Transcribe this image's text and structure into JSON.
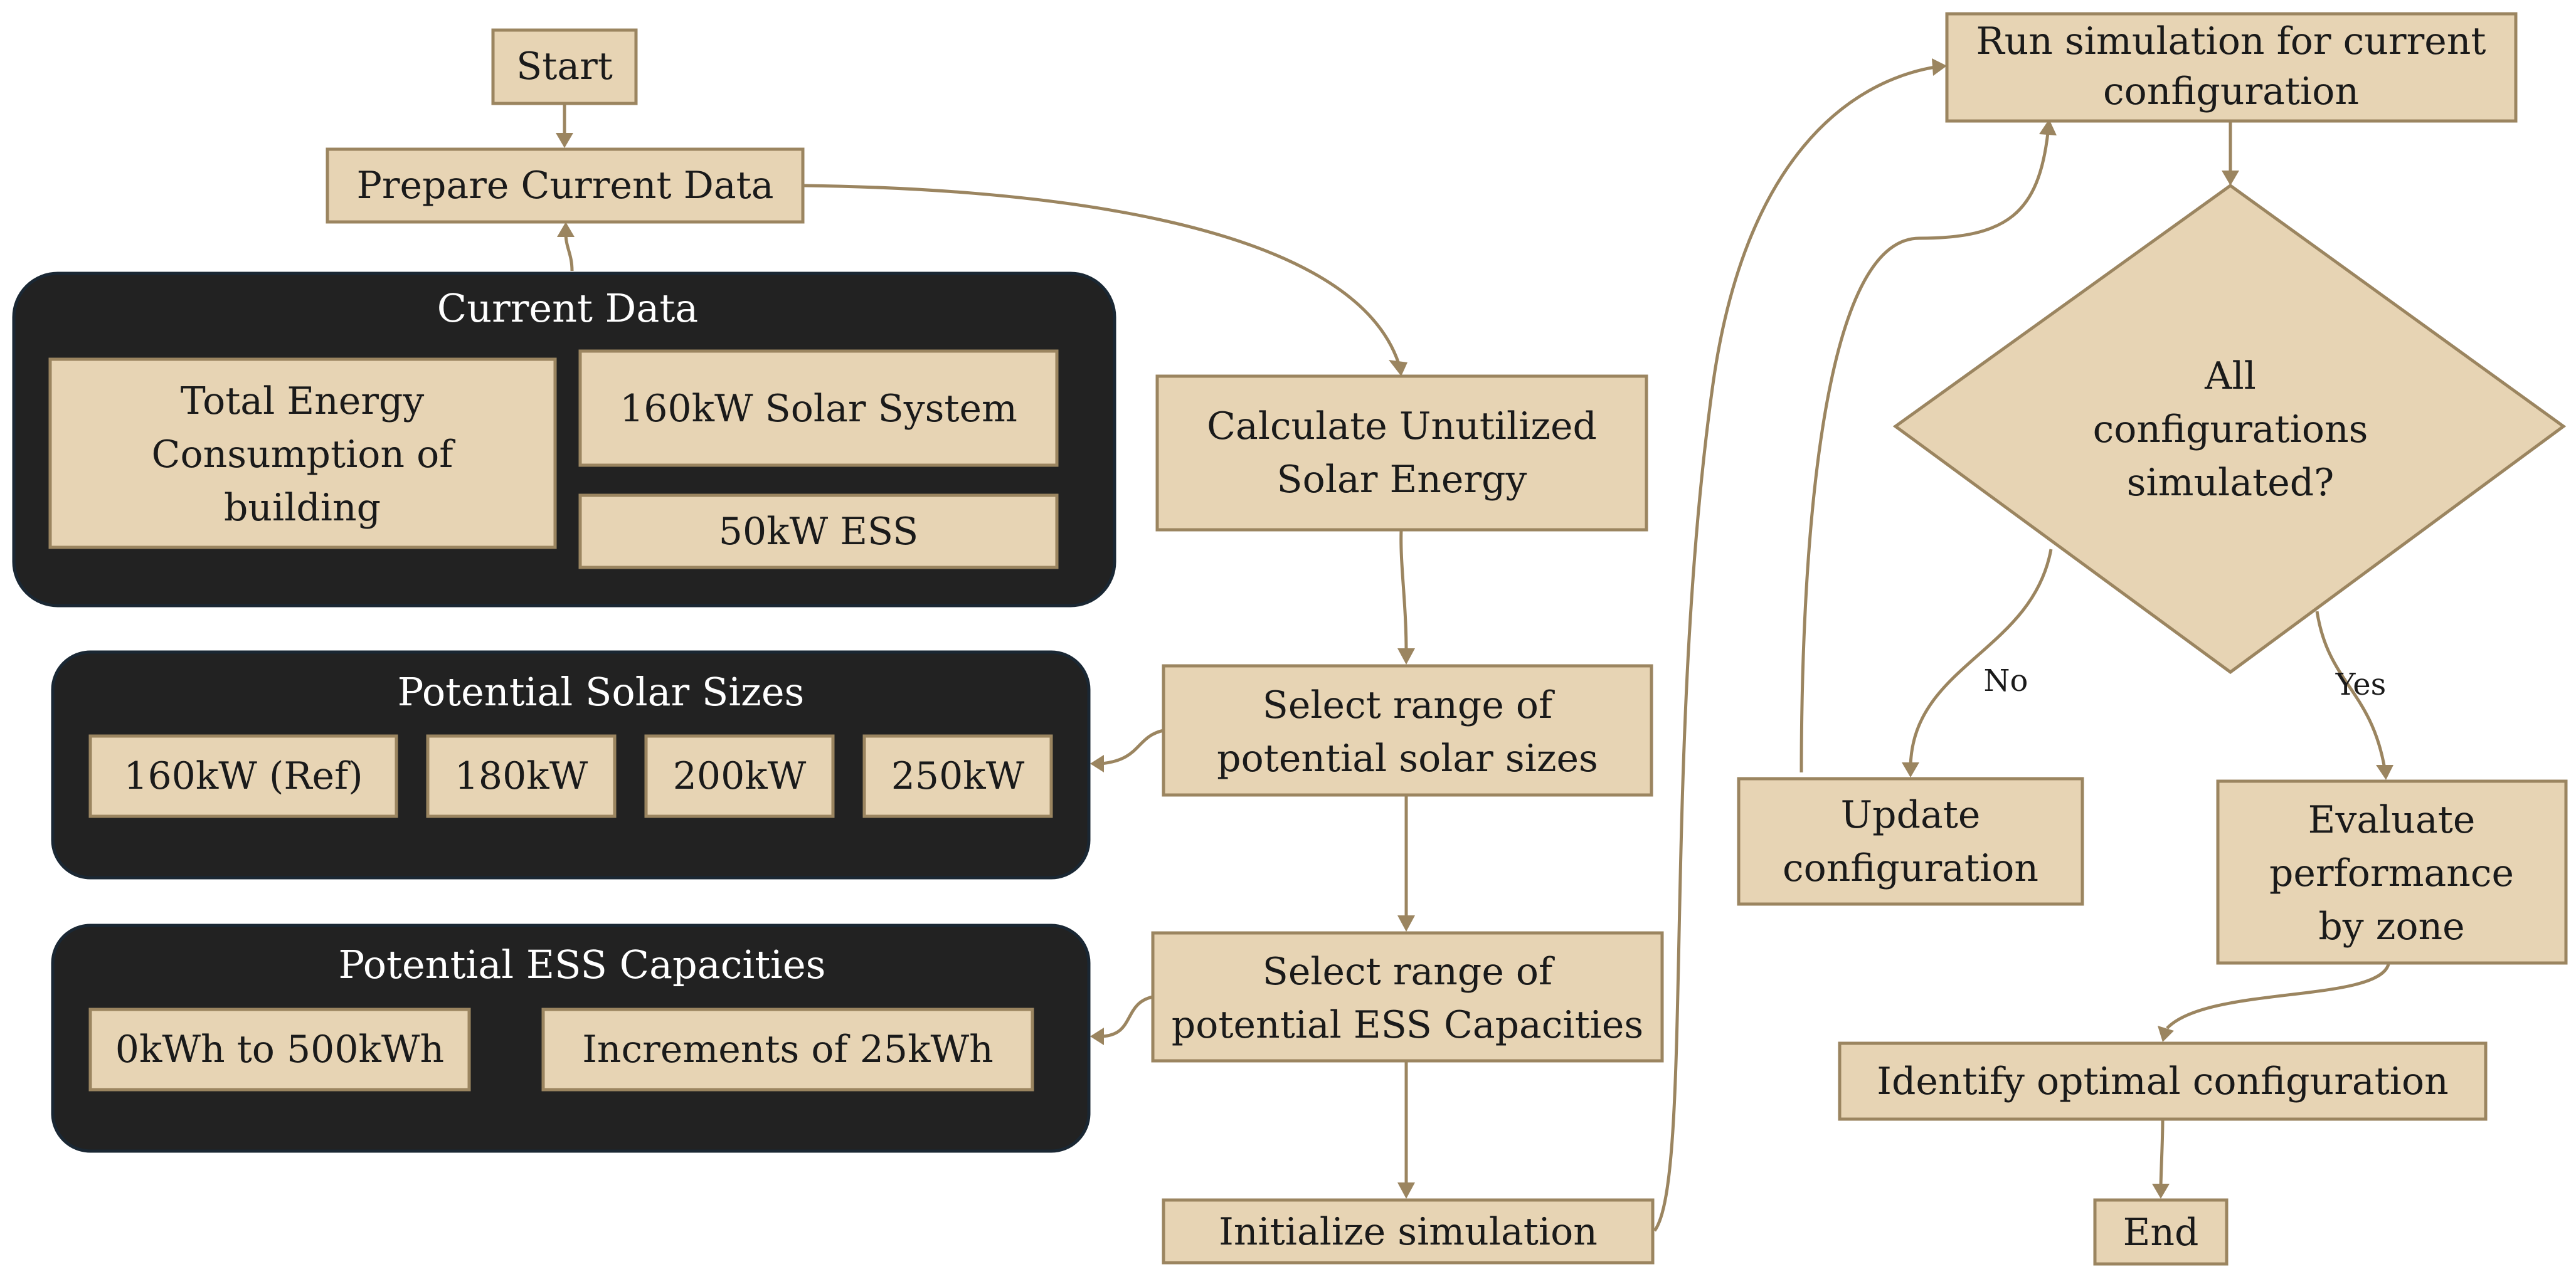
{
  "colors": {
    "box_fill": "#e7d4b4",
    "box_border": "#9b8560",
    "panel_fill": "#222222",
    "connector": "#9b8560"
  },
  "nodes": {
    "start": "Start",
    "prepare": "Prepare Current Data",
    "calc": [
      "Calculate Unutilized",
      "Solar Energy"
    ],
    "select_solar": [
      "Select range  of",
      "potential solar sizes"
    ],
    "select_ess": [
      "Select range  of",
      "potential ESS Capacities"
    ],
    "init": "Initialize simulation",
    "run": [
      "Run simulation for current",
      "configuration"
    ],
    "decision": [
      "All",
      "configurations",
      "simulated?"
    ],
    "update": [
      "Update",
      "configuration"
    ],
    "evaluate": [
      "Evaluate",
      "performance",
      "by zone"
    ],
    "identify": "Identify optimal configuration",
    "end": "End"
  },
  "edge_labels": {
    "no": "No",
    "yes": "Yes"
  },
  "panels": {
    "current": {
      "title": "Current Data",
      "energy": [
        "Total Energy",
        "Consumption of",
        "building"
      ],
      "solar": "160kW Solar System",
      "ess": "50kW ESS"
    },
    "solar_sizes": {
      "title": "Potential Solar Sizes",
      "items": [
        "160kW (Ref)",
        "180kW",
        "200kW",
        "250kW"
      ]
    },
    "ess_caps": {
      "title": "Potential ESS Capacities",
      "items": [
        "0kWh to 500kWh",
        "Increments of 25kWh"
      ]
    }
  }
}
